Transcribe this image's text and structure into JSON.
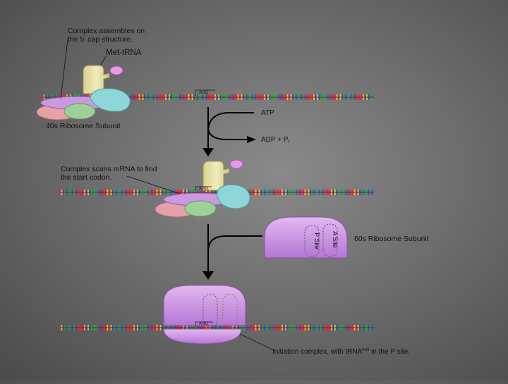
{
  "labels": {
    "complex_assembles_1": "Complex assembles on",
    "complex_assembles_2": "the 5' cap structure.",
    "met_trna": "Met-tRNA",
    "aug_top": "AUG",
    "ribosome_40s": "40s Ribosome Subunit",
    "atp": "ATP",
    "adp_pi": "ADP + P",
    "pi_sub": "i",
    "complex_scans_1": "Complex scans mRNA to find",
    "complex_scans_2": "the start codon.",
    "aug_mid": "AUG",
    "p_site": "P Site",
    "a_site": "A Site",
    "ribosome_60s": "60s Ribosome Subunit",
    "aug_bottom": "AUG",
    "initiation_prefix": "Initiation complex, with tRNA",
    "initiation_sup": "met",
    "initiation_suffix": " in the P site."
  },
  "colors": {
    "mrna_red": "#e8252a",
    "mrna_blue": "#2a4fd6",
    "mrna_green": "#1faa3a",
    "mrna_yellow": "#f2d21c",
    "trna_yellow": "#e9e3a0",
    "cyan_protein": "#8fd6d9",
    "pink_protein": "#e6a0a8",
    "green_protein": "#9ed19a",
    "purple_protein": "#c99ae0",
    "ribosome_purple": "#c98ae0",
    "met_pink": "#e89ae8"
  }
}
